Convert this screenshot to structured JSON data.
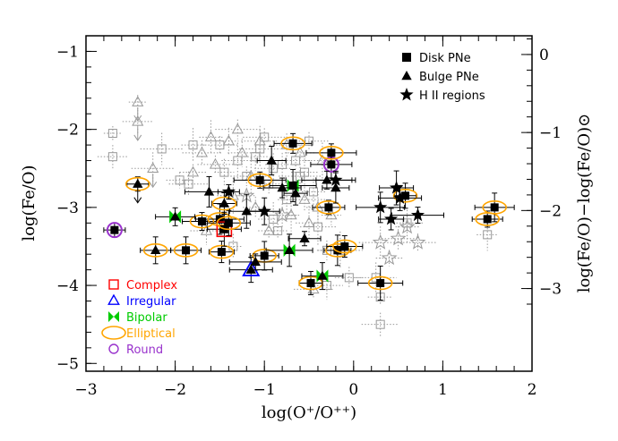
{
  "chart_data": {
    "type": "scatter",
    "title": "",
    "xlabel": "log(O⁺/O⁺⁺)",
    "ylabel": "log(Fe/O)",
    "ylabel_right": "log(Fe/O)−log(Fe/O)⊙",
    "xlim": [
      -3,
      2
    ],
    "ylim": [
      -5.1,
      -0.8
    ],
    "x_ticks": [
      -3,
      -2,
      -1,
      0,
      1,
      2
    ],
    "x_tick_labels": [
      "−3",
      "−2",
      "−1",
      "0",
      "1",
      "2"
    ],
    "y_ticks": [
      -5,
      -4,
      -3,
      -2,
      -1
    ],
    "y_tick_labels": [
      "−5",
      "−4",
      "−3",
      "−2",
      "−1"
    ],
    "y2_ticks": [
      0,
      -1,
      -2,
      -3
    ],
    "y2_tick_labels": [
      "0",
      "−1",
      "−2",
      "−3"
    ],
    "y2_offset": -1.04,
    "legend_symbols": [
      {
        "label": "Disk PNe",
        "marker": "square"
      },
      {
        "label": "Bulge PNe",
        "marker": "triangle"
      },
      {
        "label": "H II regions",
        "marker": "star"
      }
    ],
    "legend_morphology": [
      {
        "label": "Complex",
        "color": "#ff0000",
        "marker": "open-square"
      },
      {
        "label": "Irregular",
        "color": "#0000ff",
        "marker": "open-triangle"
      },
      {
        "label": "Bipolar",
        "color": "#00cc00",
        "marker": "bowtie"
      },
      {
        "label": "Elliptical",
        "color": "#ffa500",
        "marker": "ellipse"
      },
      {
        "label": "Round",
        "color": "#9932cc",
        "marker": "circle"
      }
    ],
    "colors": {
      "gray_points": "#999999",
      "black_points": "#000000"
    },
    "series": [
      {
        "name": "Disk PNe",
        "marker": "square",
        "points": [
          {
            "x": -2.68,
            "y": -3.29,
            "m": "Round"
          },
          {
            "x": -1.88,
            "y": -3.55,
            "m": "Elliptical"
          },
          {
            "x": -1.7,
            "y": -3.18,
            "m": "Elliptical"
          },
          {
            "x": -1.5,
            "y": -3.15,
            "m": "Elliptical"
          },
          {
            "x": -1.48,
            "y": -3.57,
            "m": "Elliptical"
          },
          {
            "x": -1.45,
            "y": -3.28,
            "m": "Complex"
          },
          {
            "x": -1.4,
            "y": -3.2,
            "m": "Elliptical"
          },
          {
            "x": -1.05,
            "y": -2.65,
            "m": "Elliptical"
          },
          {
            "x": -1.0,
            "y": -3.62,
            "m": "Elliptical"
          },
          {
            "x": -0.68,
            "y": -2.18,
            "m": "Elliptical"
          },
          {
            "x": -0.68,
            "y": -2.72,
            "m": "Bipolar"
          },
          {
            "x": -0.48,
            "y": -3.97,
            "m": "Elliptical"
          },
          {
            "x": -0.28,
            "y": -3.0,
            "m": "Elliptical"
          },
          {
            "x": -0.25,
            "y": -2.45,
            "m": "Round"
          },
          {
            "x": -0.25,
            "y": -2.3,
            "m": "Elliptical"
          },
          {
            "x": -0.18,
            "y": -3.55,
            "m": "Elliptical"
          },
          {
            "x": -0.1,
            "y": -3.5,
            "m": "Elliptical"
          },
          {
            "x": 0.3,
            "y": -3.97,
            "m": "Elliptical"
          },
          {
            "x": 0.58,
            "y": -2.85,
            "m": "Elliptical"
          },
          {
            "x": 1.5,
            "y": -3.15,
            "m": "Elliptical"
          },
          {
            "x": 1.58,
            "y": -3.0,
            "m": "Elliptical"
          }
        ]
      },
      {
        "name": "Bulge PNe",
        "marker": "triangle",
        "points": [
          {
            "x": -2.42,
            "y": -2.7,
            "m": "Elliptical"
          },
          {
            "x": -2.22,
            "y": -3.55,
            "m": "Elliptical"
          },
          {
            "x": -2.0,
            "y": -3.12,
            "m": "Bipolar"
          },
          {
            "x": -1.62,
            "y": -2.8,
            "m": ""
          },
          {
            "x": -1.45,
            "y": -2.95,
            "m": "Elliptical"
          },
          {
            "x": -1.2,
            "y": -3.05,
            "m": ""
          },
          {
            "x": -1.15,
            "y": -3.8,
            "m": "Irregular"
          },
          {
            "x": -1.1,
            "y": -3.7,
            "m": ""
          },
          {
            "x": -0.92,
            "y": -2.4,
            "m": ""
          },
          {
            "x": -0.8,
            "y": -2.75,
            "m": ""
          },
          {
            "x": -0.72,
            "y": -3.55,
            "m": "Bipolar"
          },
          {
            "x": -0.65,
            "y": -2.82,
            "m": ""
          },
          {
            "x": -0.55,
            "y": -3.4,
            "m": ""
          },
          {
            "x": -0.35,
            "y": -3.88,
            "m": "Bipolar"
          },
          {
            "x": -0.3,
            "y": -2.65,
            "m": ""
          },
          {
            "x": -0.2,
            "y": -2.75,
            "m": ""
          }
        ]
      },
      {
        "name": "H II regions",
        "marker": "star",
        "points": [
          {
            "x": -1.4,
            "y": -2.8,
            "m": ""
          },
          {
            "x": -1.0,
            "y": -3.05,
            "m": ""
          },
          {
            "x": -0.2,
            "y": -2.65,
            "m": ""
          },
          {
            "x": 0.3,
            "y": -3.0,
            "m": ""
          },
          {
            "x": 0.42,
            "y": -3.15,
            "m": ""
          },
          {
            "x": 0.48,
            "y": -2.75,
            "m": ""
          },
          {
            "x": 0.52,
            "y": -2.88,
            "m": ""
          },
          {
            "x": 0.72,
            "y": -3.1,
            "m": ""
          }
        ]
      },
      {
        "name": "",
        "marker": "open-square-gray",
        "points": [
          {
            "x": -2.7,
            "y": -2.05
          },
          {
            "x": -2.7,
            "y": -2.35
          },
          {
            "x": -2.15,
            "y": -2.25
          },
          {
            "x": -1.95,
            "y": -2.65
          },
          {
            "x": -1.85,
            "y": -2.7
          },
          {
            "x": -1.8,
            "y": -2.2
          },
          {
            "x": -1.5,
            "y": -2.2
          },
          {
            "x": -1.45,
            "y": -2.55
          },
          {
            "x": -1.3,
            "y": -2.4
          },
          {
            "x": -1.2,
            "y": -2.6
          },
          {
            "x": -1.1,
            "y": -2.35
          },
          {
            "x": -1.05,
            "y": -2.25
          },
          {
            "x": -0.95,
            "y": -2.7
          },
          {
            "x": -0.9,
            "y": -2.5
          },
          {
            "x": -0.85,
            "y": -3.3
          },
          {
            "x": -0.8,
            "y": -2.45
          },
          {
            "x": -0.75,
            "y": -2.9
          },
          {
            "x": -0.65,
            "y": -2.4
          },
          {
            "x": -0.6,
            "y": -2.6
          },
          {
            "x": -0.55,
            "y": -2.55
          },
          {
            "x": -0.5,
            "y": -2.15
          },
          {
            "x": -0.45,
            "y": -2.8
          },
          {
            "x": -0.4,
            "y": -3.25
          },
          {
            "x": -0.3,
            "y": -3.55
          },
          {
            "x": -0.3,
            "y": -4.0
          },
          {
            "x": -0.15,
            "y": -3.55
          },
          {
            "x": -0.05,
            "y": -3.9
          },
          {
            "x": 0.25,
            "y": -3.9
          },
          {
            "x": 0.3,
            "y": -4.15
          },
          {
            "x": 0.3,
            "y": -4.5
          },
          {
            "x": 1.5,
            "y": -3.35
          },
          {
            "x": 0.6,
            "y": -3.2
          },
          {
            "x": -1.35,
            "y": -3.5
          },
          {
            "x": -0.9,
            "y": -3.15
          },
          {
            "x": -1.0,
            "y": -2.1
          }
        ]
      },
      {
        "name": "",
        "marker": "open-triangle-gray",
        "points": [
          {
            "x": -2.42,
            "y": -1.65
          },
          {
            "x": -2.42,
            "y": -1.9
          },
          {
            "x": -2.25,
            "y": -2.5
          },
          {
            "x": -1.8,
            "y": -2.55
          },
          {
            "x": -1.7,
            "y": -2.3
          },
          {
            "x": -1.6,
            "y": -2.1
          },
          {
            "x": -1.55,
            "y": -2.45
          },
          {
            "x": -1.4,
            "y": -2.15
          },
          {
            "x": -1.35,
            "y": -2.85
          },
          {
            "x": -1.3,
            "y": -2.0
          },
          {
            "x": -1.25,
            "y": -2.3
          },
          {
            "x": -1.15,
            "y": -2.6
          },
          {
            "x": -1.1,
            "y": -3.0
          },
          {
            "x": -1.05,
            "y": -2.15
          },
          {
            "x": -0.95,
            "y": -3.3
          },
          {
            "x": -0.75,
            "y": -2.2
          },
          {
            "x": -0.7,
            "y": -3.1
          },
          {
            "x": -0.6,
            "y": -2.3
          },
          {
            "x": -0.55,
            "y": -2.9
          },
          {
            "x": -0.5,
            "y": -3.2
          },
          {
            "x": -0.45,
            "y": -4.05
          },
          {
            "x": -0.4,
            "y": -3.0
          },
          {
            "x": -0.35,
            "y": -2.4
          },
          {
            "x": -0.25,
            "y": -3.1
          },
          {
            "x": -1.65,
            "y": -3.3
          }
        ]
      },
      {
        "name": "",
        "marker": "open-star-gray",
        "points": [
          {
            "x": -1.2,
            "y": -2.85
          },
          {
            "x": -0.8,
            "y": -3.1
          },
          {
            "x": 0.3,
            "y": -3.45
          },
          {
            "x": 0.4,
            "y": -3.65
          },
          {
            "x": 0.5,
            "y": -3.4
          },
          {
            "x": 0.6,
            "y": -3.25
          },
          {
            "x": 0.72,
            "y": -3.45
          }
        ]
      }
    ]
  }
}
